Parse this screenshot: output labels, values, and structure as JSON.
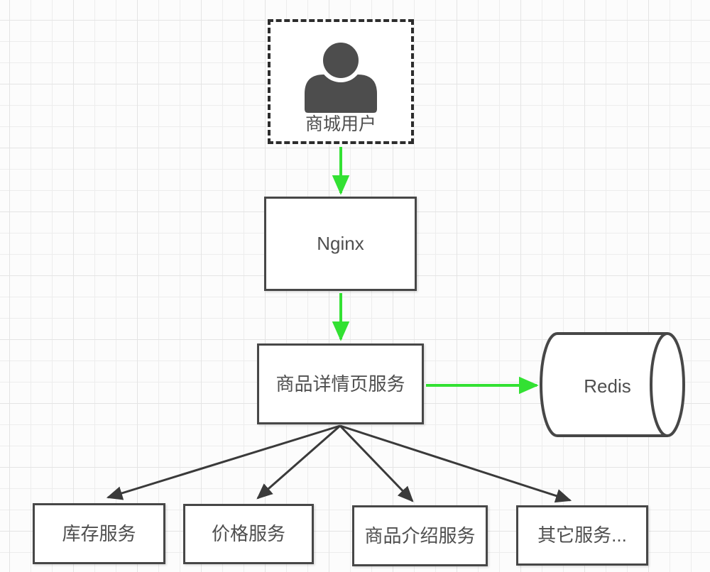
{
  "diagram": {
    "nodes": {
      "user": {
        "label": "商城用户"
      },
      "nginx": {
        "label": "Nginx"
      },
      "detail_service": {
        "label": "商品详情页服务"
      },
      "redis": {
        "label": "Redis"
      },
      "inventory_service": {
        "label": "库存服务"
      },
      "price_service": {
        "label": "价格服务"
      },
      "intro_service": {
        "label": "商品介绍服务"
      },
      "other_services": {
        "label": "其它服务..."
      }
    },
    "edges": [
      {
        "from": "user",
        "to": "nginx",
        "color": "#33e133",
        "style": "arrow"
      },
      {
        "from": "nginx",
        "to": "detail_service",
        "color": "#33e133",
        "style": "arrow"
      },
      {
        "from": "detail_service",
        "to": "redis",
        "color": "#33e133",
        "style": "arrow"
      },
      {
        "from": "detail_service",
        "to": "inventory_service",
        "color": "#3a3a3a",
        "style": "arrow"
      },
      {
        "from": "detail_service",
        "to": "price_service",
        "color": "#3a3a3a",
        "style": "arrow"
      },
      {
        "from": "detail_service",
        "to": "intro_service",
        "color": "#3a3a3a",
        "style": "arrow"
      },
      {
        "from": "detail_service",
        "to": "other_services",
        "color": "#3a3a3a",
        "style": "arrow"
      }
    ],
    "colors": {
      "arrow_green": "#33e133",
      "arrow_black": "#3a3a3a",
      "node_border": "#474747",
      "dashed_border": "#2d2d2d",
      "text": "#4f4f4f",
      "user_icon": "#4d4d4d",
      "grid_line": "#ededed",
      "background": "#fcfcfc"
    }
  }
}
